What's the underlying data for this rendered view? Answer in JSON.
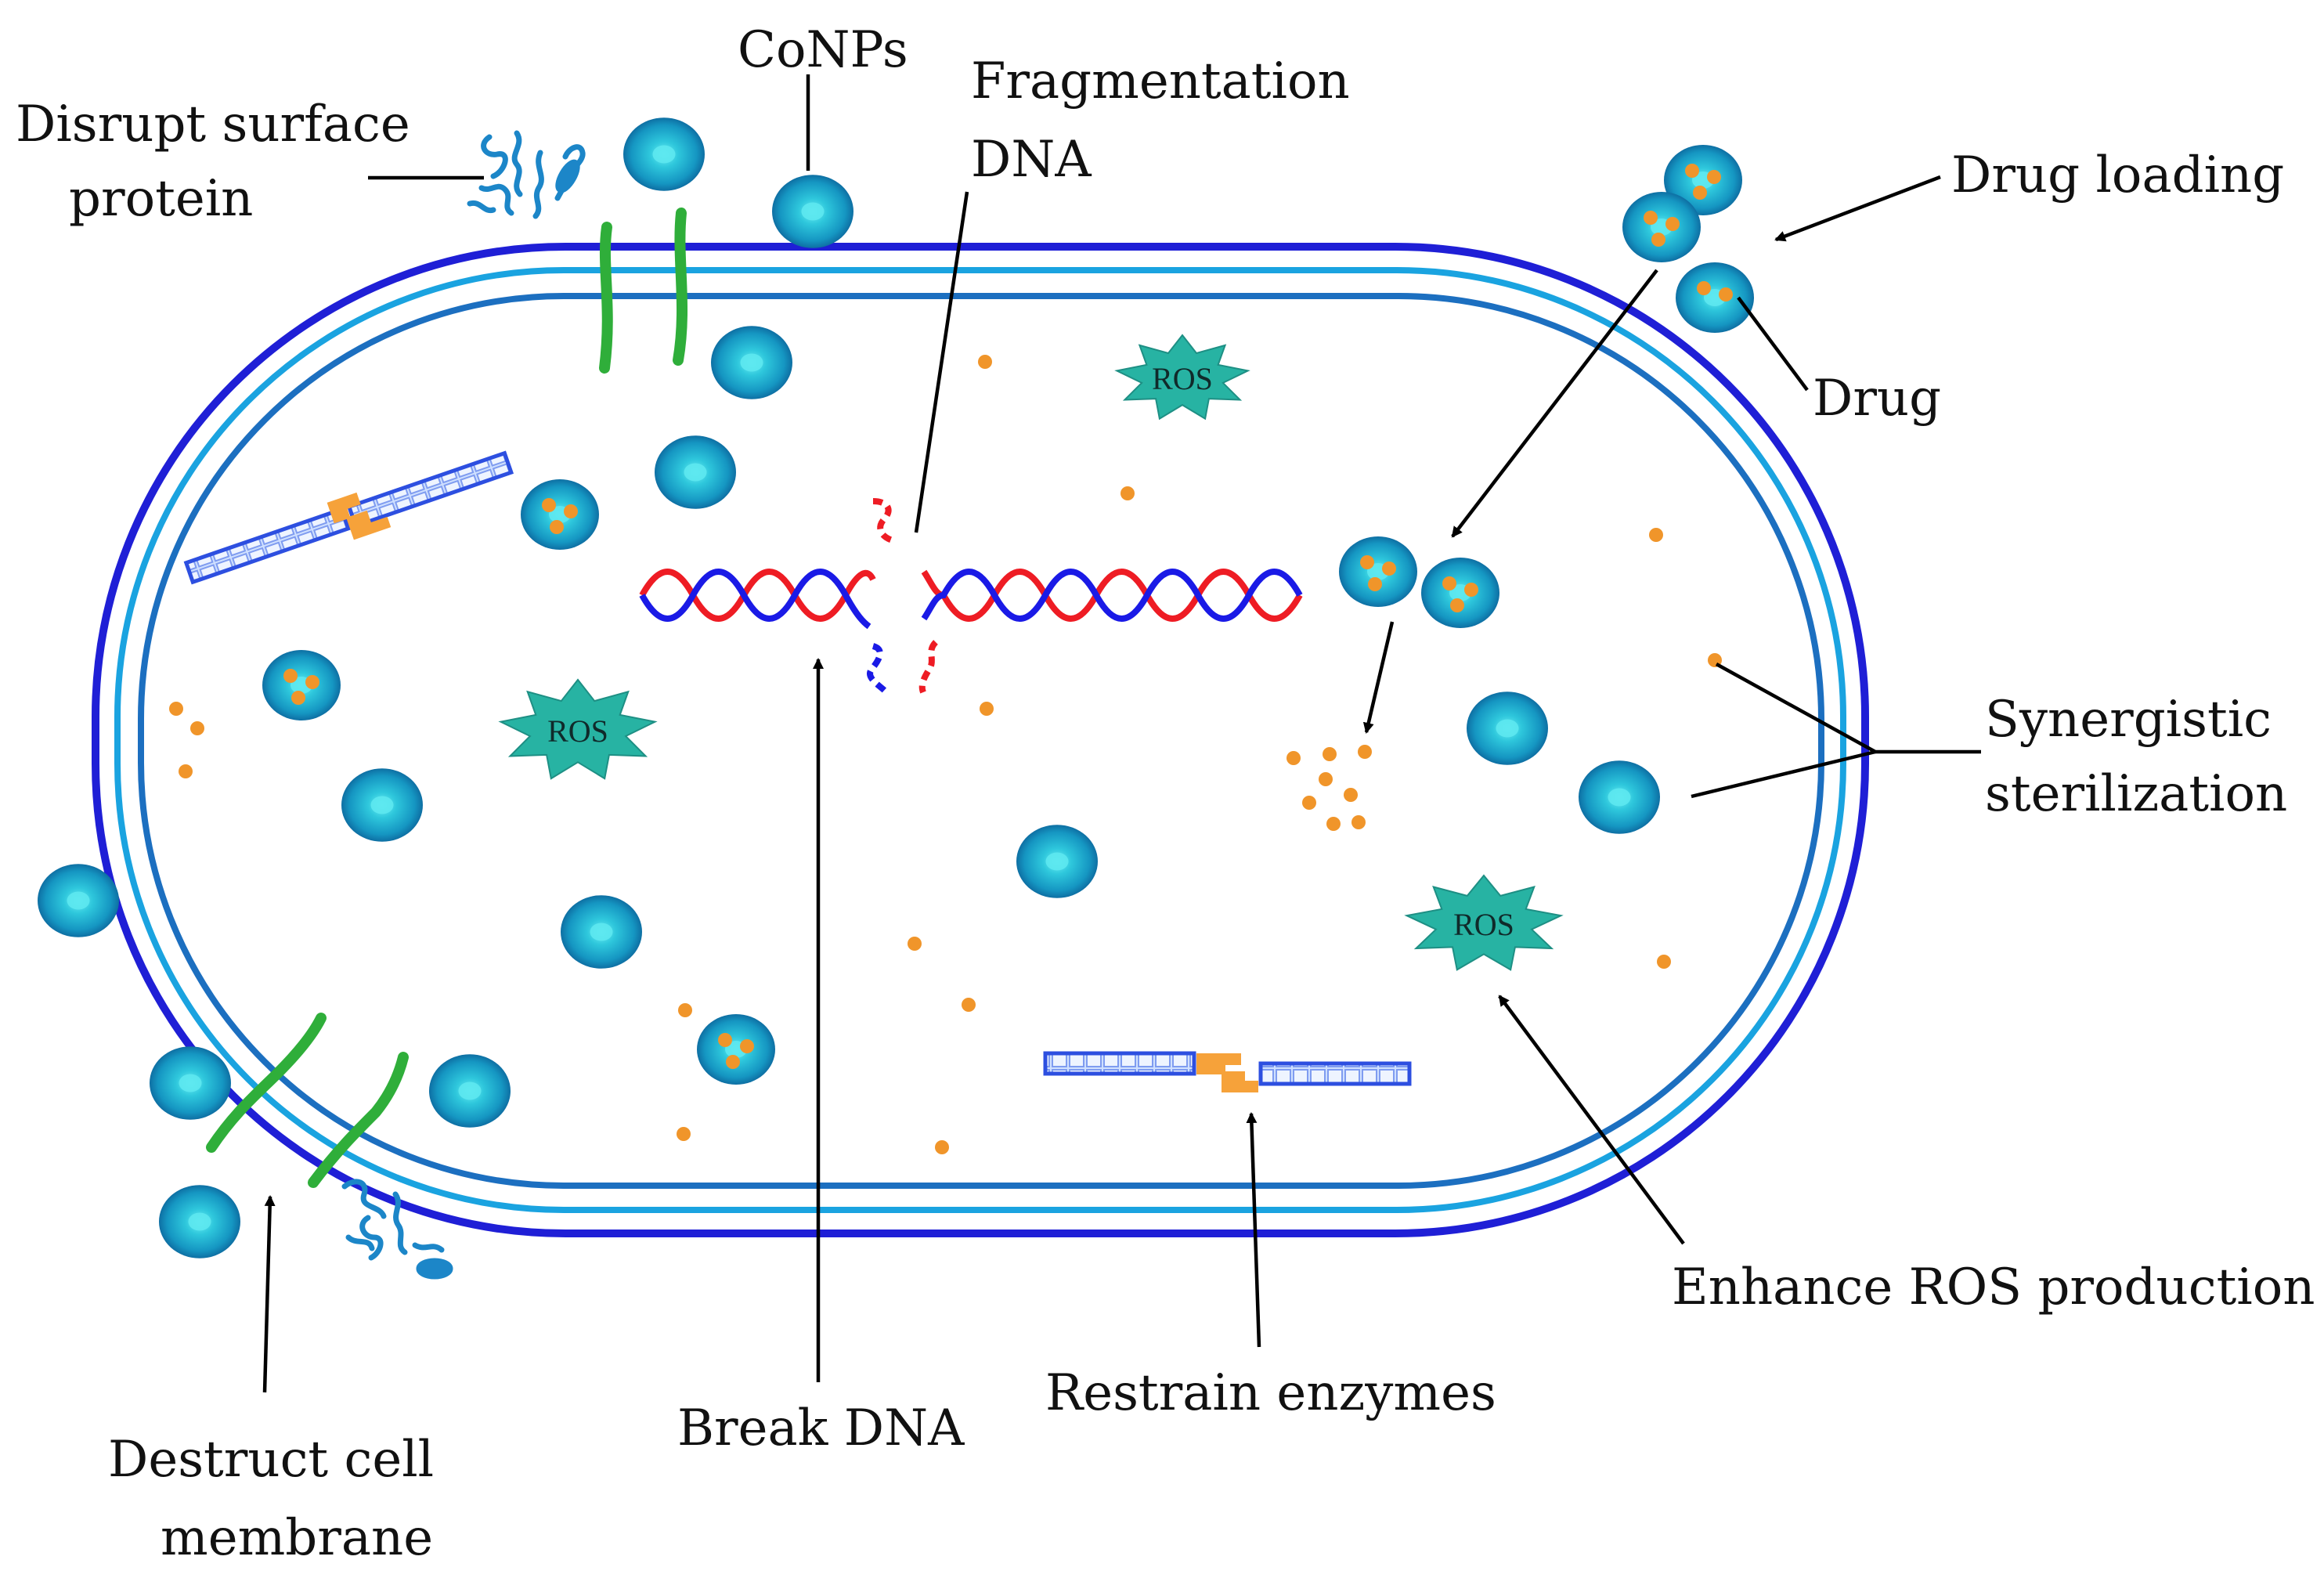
{
  "labels": {
    "disrupt_1": "Disrupt surface",
    "disrupt_2": "protein",
    "conps": "CoNPs",
    "frag_1": "Fragmentation",
    "frag_2": "DNA",
    "drug_loading": "Drug loading",
    "drug": "Drug",
    "syn_1": "Synergistic",
    "syn_2": "sterilization",
    "enhance_ros": "Enhance ROS production",
    "restrain": "Restrain enzymes",
    "break_dna": "Break DNA",
    "destruct_1": "Destruct cell",
    "destruct_2": "membrane"
  },
  "ros_label": "ROS",
  "colors": {
    "outer_membrane": "#1f1fd6",
    "inner_membrane": "#1aa3e0",
    "mid_membrane": "#1c6fc0",
    "nanoparticle": "#17a6c8",
    "nanoparticle_core": "#5de8f0",
    "drug_dot": "#f0952a",
    "ros_star": "#27b3a3",
    "channel": "#2fae3a",
    "dna_red": "#ee1c24",
    "dna_blue": "#1a1ae6",
    "protein": "#1c86c8",
    "enzyme_bar": "#2d4fe0",
    "enzyme_joint": "#f6a23a"
  }
}
